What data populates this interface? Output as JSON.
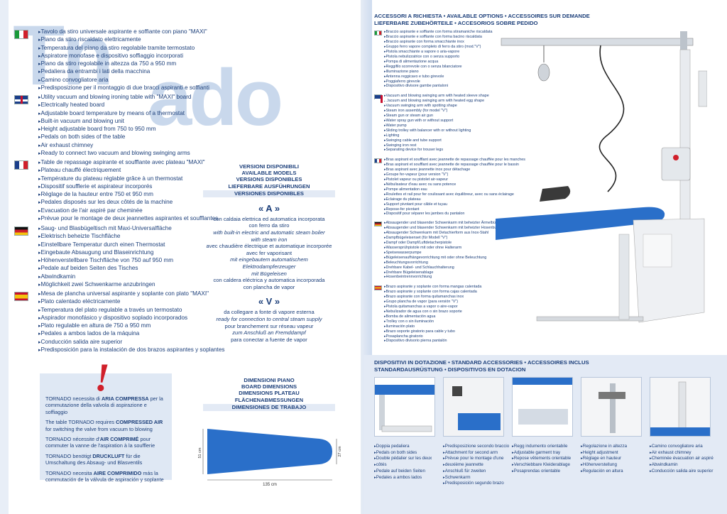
{
  "ghost_letters": {
    "top": "Tn",
    "bottom": "ado"
  },
  "left": {
    "it": [
      "Tavolo da stiro universale aspirante e soffiante con piano \"MAXI\"",
      "Piano da stiro riscaldato elettricamente",
      "Temperatura del piano da stiro regolabile tramite termostato",
      "Aspiratore monofase e dispositivo soffiaggio incorporati",
      "Piano da stiro regolabile in altezza da 750 a 950 mm",
      "Pedaliera da entrambi i lati della macchina",
      "Camino convogliatore aria",
      "Predisposizione per il montaggio di due bracci aspiranti e soffianti"
    ],
    "gb": [
      "Utility vacuum and blowing ironing table with \"MAXI\" board",
      "Electrically heated board",
      "Adjustable board temperature by means of a thermostat",
      "Built-in vacuum and blowing unit",
      "Height adjustable board from 750 to 950 mm",
      "Pedals on both sides of the table",
      "Air exhaust chimney",
      "Ready to connect two vacuum and blowing swinging arms"
    ],
    "fr": [
      "Table de repassage aspirante et soufflante avec plateau \"MAXI\"",
      "Plateau chauffé électriquement",
      "Température du plateau réglable grâce à un thermostat",
      "Dispositif soufflerie et aspirateur incorporés",
      "Réglage de la hauteur entre 750 et 950 mm",
      "Pedales disposés sur les deux côtés de la machine",
      "Evacuation de l'air aspiré par cheminée",
      "Prévue pour le montage de deux jeannettes aspirantes et soufflantes"
    ],
    "de": [
      "Saug- und Blasbügeltisch mit Maxi-Universalfläche",
      "Elektrisch beheizte Tischfläche",
      "Einstellbare Temperatur durch einen Thermostat",
      "Eingebaute Absaugung und Blaseinrichtung",
      "Höhenverstellbare Tischfläche von 750 auf 950 mm",
      "Pedale auf beiden Seiten des Tisches",
      "Abwindkamin",
      "Möglichkeit zwei Schwenkarme anzubringen"
    ],
    "es": [
      "Mesa de plancha universal aspirante y soplante con plato \"MAXI\"",
      "Plato calentado eléctricamente",
      "Temperatura del plato regulable a través un termostato",
      "Aspirador monofásico y dispositivo soplado incorporados",
      "Plato regulable en altura de 750 a 950 mm",
      "Pedales a ambos lados de la máquina",
      "Conducción salida aire superior",
      "Predisposición para la instalación de dos brazos aspirantes y soplantes"
    ]
  },
  "models": {
    "head": [
      "VERSIONI DISPONIBILI",
      "AVAILABLE MODELS",
      "VERSIONS DISPONIBLES",
      "LIEFERBARE AUSFÜHRUNGEN",
      "VERSIONES DISPONIBLES"
    ],
    "a_title": "« A »",
    "a_lines": [
      "con caldaia elettrica ed automatica incorporata",
      "con ferro da stiro",
      "with built-in electric and automatic steam boiler",
      "with steam iron",
      "avec chaudière électrique et automatique incorporée",
      "avec fer vaporisant",
      "mit eingebautem automatischem Elektrodampferzeuger",
      "mit Bügeleisen",
      "con caldera eléctrica y automatica incorporada",
      "con plancha de vapor"
    ],
    "v_title": "« V »",
    "v_lines": [
      "da collegare a fonte di vapore esterna",
      "ready for connection to central steam supply",
      "pour branchement sur réseau vapeur",
      "zum Anschluß an Fremddampf",
      "para conectar a fuente de vapor"
    ],
    "dim_head": [
      "DIMENSIONI PIANO",
      "BOARD DIMENSIONS",
      "DIMENSIONS PLATEAU",
      "FLÄCHENABMESSUNGEN",
      "DIMENSIONES DE TRABAJO"
    ],
    "dims": {
      "length": "135 cm",
      "width_left": "51 cm",
      "width_right": "27 cm"
    }
  },
  "air": {
    "it_pre": "TORNADO necessita di ",
    "it_b": "ARIA COMPRESSA",
    "it_post": " per la commutazione della valvola di aspirazione e soffiaggio",
    "en_pre": "The table TORNADO requires ",
    "en_b": "COMPRESSED AIR",
    "en_post": " for switching the valve from vacuum to blowing",
    "fr_pre": "TORNADO nécessite d'",
    "fr_b": "AIR COMPRIMÉ",
    "fr_post": " pour commuter la vanne de l'aspiration à la soufflerie",
    "de_pre": "TORNADO benötigt ",
    "de_b": "DRUCKLUFT",
    "de_post": " für die Umschaltung des Absaug- und Blasventils",
    "es_pre": "TORNADO necesita ",
    "es_b": "AIRE COMPRIMIDO",
    "es_post": " más la commutación de la válvula de aspiración y soplante"
  },
  "right": {
    "options_head_1": "ACCESSORI A RICHIESTA  •  AVAILABLE OPTIONS  •  ACCESSOIRES SUR DEMANDE",
    "options_head_2": "LIEFERBARE ZUBEHÖRTEILE  •  ACCESORIOS SOBRE PEDIDO",
    "acc_it": [
      "Braccio aspirante e soffiante con forma stiramaniche riscaldata",
      "Braccio aspirante e soffiante con forma bacino riscaldata",
      "Braccio aspirante con forma smacchiante inox",
      "Gruppo ferro vapore completo di ferro da stiro (mod.\"V\")",
      "Pistola smacchiante a vapore o aria-vapore",
      "Pistola nebulizzatrice con o senza supporto",
      "Pompa di alimentazione acqua",
      "Reggifilo scorrevole con o senza bilanciatore",
      "Illuminazione piano",
      "Antenna reggicavo e tubo girevole",
      "Poggiaferro girevole",
      "Dispositivo divisore gambe pantaloni"
    ],
    "acc_gb": [
      "Vacuum and blowing swinging arm with heated sleeve shape",
      "Vacuum and blowing swinging arm with heated egg shape",
      "Vacuum swinging arm with spotting shape",
      "Steam iron assembly (for model \"V\")",
      "Steam gun or steam air gun",
      "Water spray gun with or without support",
      "Water pump",
      "Sliding trolley with balancer with or without lighting",
      "Lighting",
      "Swinging cable and tube support",
      "Swinging iron rest",
      "Separating device for trouser legs"
    ],
    "acc_fr": [
      "Bras aspirant et soufflant avec jeannette de repassage chauffée pour les manches",
      "Bras aspirant et soufflant avec jeannette de repassage chauffée pour le bassin",
      "Bras aspirant avec jeannette inox pour détachage",
      "Groupe fer-vapeur (pour version \"V\")",
      "Pistolet vapeur ou pistolet air-vapeur",
      "Nébulisateur d'eau avec ou sans potence",
      "Pompe alimentation eau",
      "Roulettes et rail pour fer coulissant avec équilibreur, avec ou sans éclairage",
      "Eclairage du plateau",
      "Support pivotant pour câble et tuyau",
      "Repose-fer pivotant",
      "Dispositif pour séparer les jambes du pantalon"
    ],
    "acc_de": [
      "Absaugender und blasender Schwenkarm mit beheizter Ärmelbügelform",
      "Absaugender und blasender Schwenkarm mit beheizter Hosenbundform",
      "Absaugender Schwenkarm mit Detachierform aus Inox-Stahl",
      "Dampfbügeleisenset (für Modell \"V\")",
      "Dampf oder Dampf/Luftdetacherpistole",
      "Wassersprühpistole mit oder ohne Halterarm",
      "Speisewasserpumpe",
      "Bügeleisenaufhängevorrichtung mit oder ohne Beleuchtung",
      "Beleuchtungsvorrichtung",
      "Drehbare Kabel- und Schlauchhalterung",
      "Drehbare Bügeleisenablage",
      "Hosenbeintrennvorrichtung"
    ],
    "acc_es": [
      "Brazo aspirante y soplante con forma mangas calentada",
      "Brazo aspirante y soplante con forma cajas calentada",
      "Brazo aspirante con forma quitamanchas inox",
      "Grupo plancha de vapor (para versión \"V\")",
      "Pistola quitamanchas a vapor o aire-vapor",
      "Nebulizador de agua con o sin brazo soporte",
      "Bomba de alimentación agua",
      "Trolley con o sin iluminación",
      "Iluminación plato",
      "Brazo soporte giratorio para cable y tubo",
      "Posaplancha giratorio",
      "Dispositivo divisorio pierna pantalón"
    ],
    "std_head_1": "DISPOSITIVI IN DOTAZIONE  •  STANDARD ACCESSORIES  •  ACCESSOIRES INCLUS",
    "std_head_2": "STANDARDAUSRÜSTUNG  •  DISPOSITIVOS EN DOTACION",
    "thumbs": [
      [
        "Doppia pedaliera",
        "Pedals on both sides",
        "Double pédalier sur les deux",
        "côtés",
        "Pedale auf beiden Seiten",
        "Pedales a ambos lados"
      ],
      [
        "Predisposizione secondo braccio",
        "Attachment for second arm",
        "Prévue pour le montage d'une",
        "deuxième jeannette",
        "Anschluß für zweiten",
        "Schwenkarm",
        "Predisposición segundo brazo"
      ],
      [
        "Regg indumento orientabile",
        "Adjustable garment tray",
        "Repose vêtements orientable",
        "Verschiebbare Kleiderablage",
        "Posaprendas orientable"
      ],
      [
        "Regolazione in altezza",
        "Height adjustment",
        "Réglage en hauteur",
        "Höhenverstellung",
        "Regulación en altura"
      ],
      [
        "Camino convogliatore aria",
        "Air exhaust chimney",
        "Cheminée évacuation air aspiré",
        "Abwindkamin",
        "Conducción salida aire superior"
      ]
    ]
  },
  "colors": {
    "brand_blue": "#1c3f7a",
    "board_blue": "#2a6fc9",
    "light_band": "#e3eaf5",
    "ghost": "#c9d8ec",
    "alert_red": "#d0202b"
  }
}
